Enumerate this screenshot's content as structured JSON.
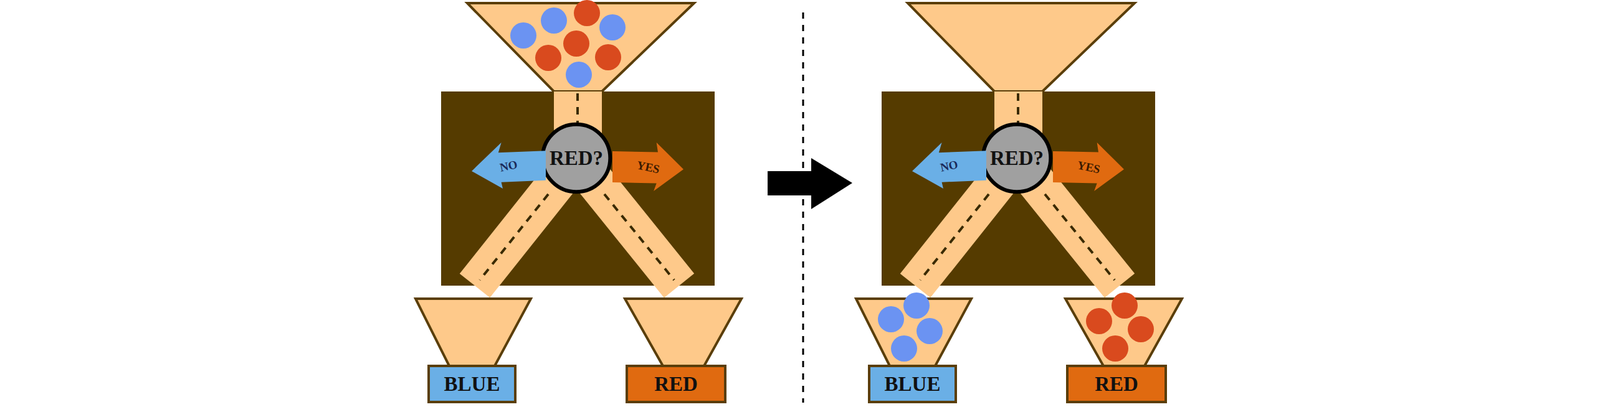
{
  "diagram": {
    "nodes": [
      {
        "text": [
          "RED?"
        ]
      },
      {
        "text": [
          "NO"
        ]
      },
      {
        "text": [
          "YES"
        ]
      },
      {
        "text": [
          "BLUE"
        ]
      },
      {
        "text": [
          "RED"
        ]
      },
      {
        "text": [
          "RED?"
        ]
      },
      {
        "text": [
          "NO"
        ]
      },
      {
        "text": [
          "YES"
        ]
      },
      {
        "text": [
          "BLUE"
        ]
      },
      {
        "text": [
          "RED"
        ]
      }
    ]
  }
}
